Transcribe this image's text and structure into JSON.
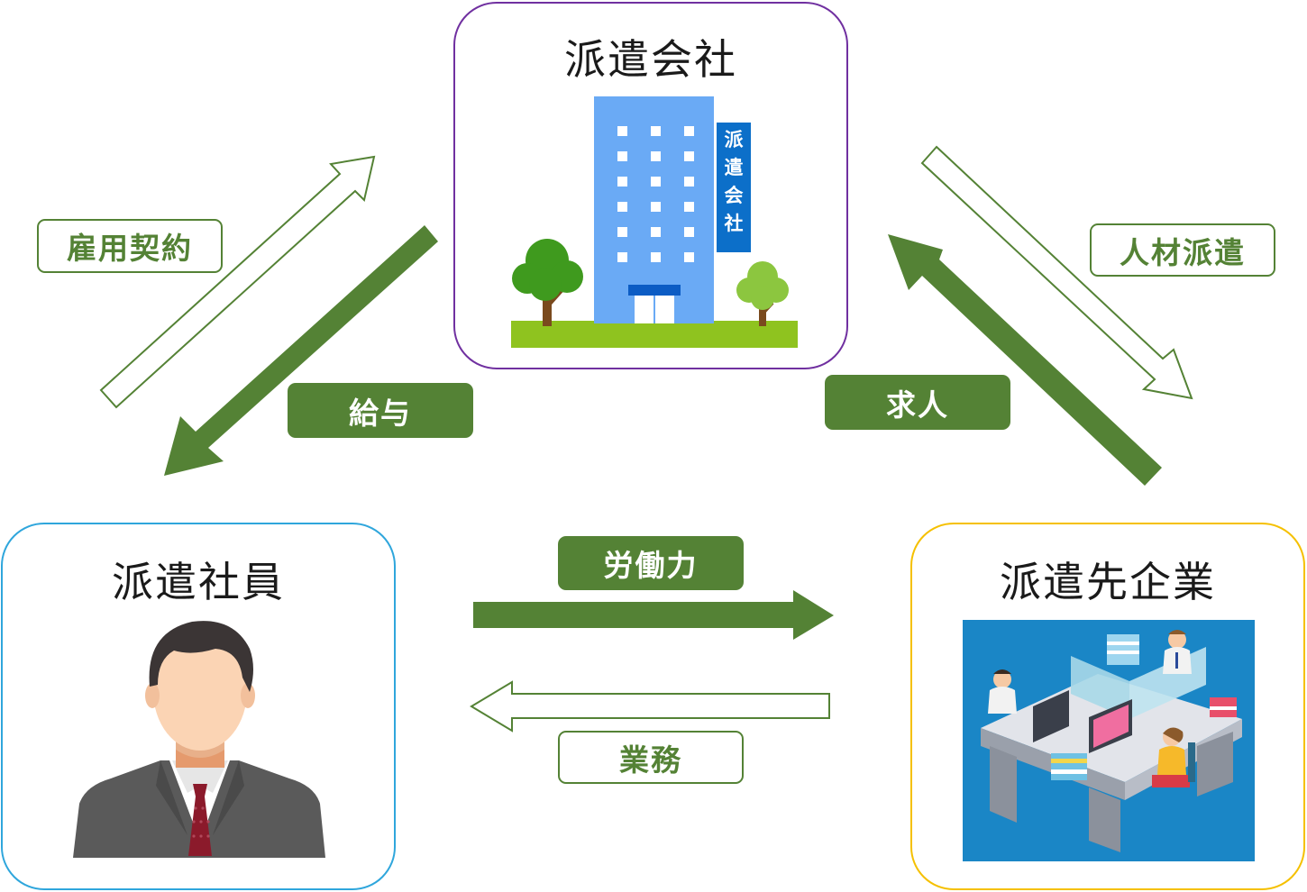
{
  "nodes": {
    "company": {
      "title": "派遣会社",
      "sign": [
        "派",
        "遣",
        "会",
        "社"
      ]
    },
    "worker": {
      "title": "派遣社員"
    },
    "client": {
      "title": "派遣先企業"
    }
  },
  "edges": {
    "employment_contract": "雇用契約",
    "salary": "給与",
    "staff_dispatch": "人材派遣",
    "job_request": "求人",
    "labor": "労働力",
    "work": "業務"
  },
  "colors": {
    "arrow_green": "#548235",
    "company_border": "#7030a0",
    "worker_border": "#2fa6dc",
    "client_border": "#f5c000"
  }
}
